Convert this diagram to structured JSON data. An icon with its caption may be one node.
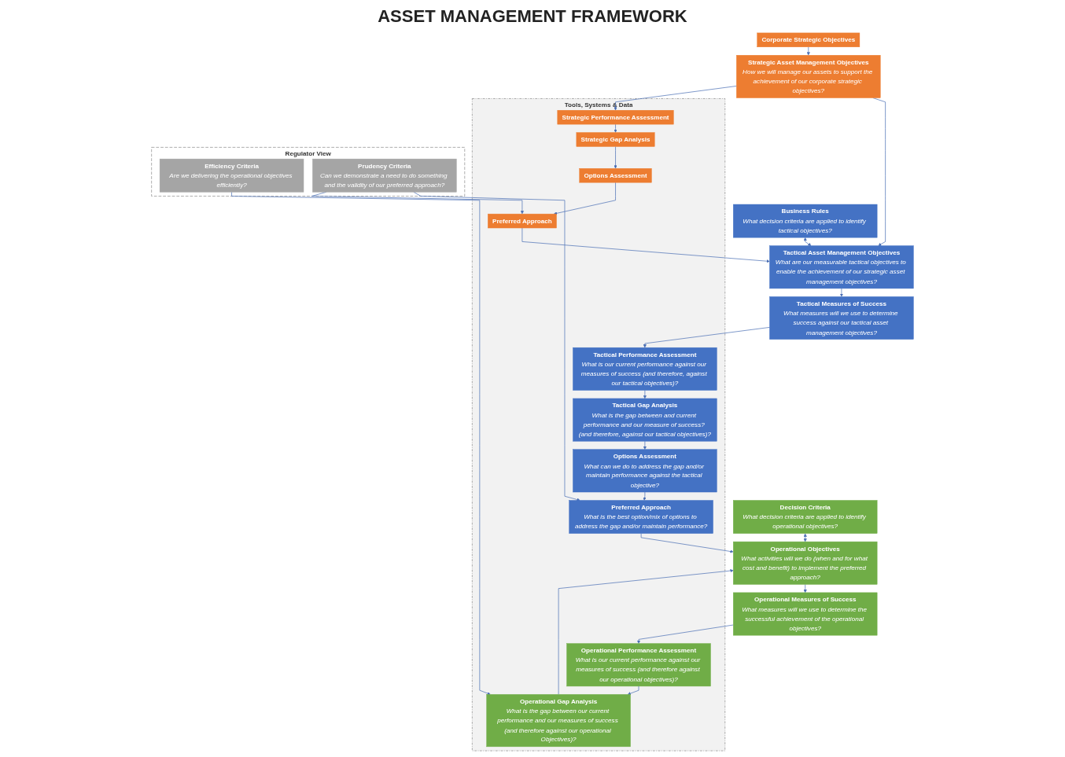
{
  "diagram": {
    "title": "ASSET MANAGEMENT FRAMEWORK",
    "nodes": [
      {
        "text": [
          "Corporate Strategic Objectives"
        ]
      },
      {
        "text": [
          "Strategic Asset Management Objectives",
          "How we will manage our assets to support the achievement of our corporate strategic objectives?"
        ]
      },
      {
        "text": [
          "Tools, Systems & Data"
        ]
      },
      {
        "text": [
          "Strategic Performance Assessment"
        ],
        "in": 2
      },
      {
        "text": [
          "Strategic Gap Analysis"
        ],
        "in": 2
      },
      {
        "text": [
          "Options Assessment"
        ],
        "in": 2
      },
      {
        "text": [
          "Preferred Approach"
        ],
        "in": 2
      },
      {
        "text": [
          "Regulator View"
        ]
      },
      {
        "text": [
          "Prudency Criteria",
          "Can we demonstrate a need to do something and the validity of our preferred approach?"
        ],
        "in": 7
      },
      {
        "text": [
          "Business Rules",
          "What decision criteria are applied to identify tactical objectives?"
        ]
      },
      {
        "text": [
          "Tactical Asset Management Objectives",
          "What are our measurable tactical objectives to enable the achievement of our strategic asset management objectives?"
        ]
      },
      {
        "text": [
          "Tactical Measures of Success",
          "What measures will we use to determine success against our tactical asset management objectives?"
        ]
      },
      {
        "text": [
          "Tactical Performance Assessment",
          "What is our current performance against our measures of success (and therefore, against our tactical objectives)?"
        ],
        "in": 2
      },
      {
        "text": [
          "Tactical Gap Analysis",
          "What is the gap between and current performance and our measure of success? (and therefore, against our tactical objectives)?"
        ],
        "in": 2
      },
      {
        "text": [
          "Options Assessment",
          "What can we do to address the gap and/or maintain performance against the tactical objective?"
        ],
        "in": 2
      },
      {
        "text": [
          "Preferred Approach",
          "What is the best option/mix of options to address the gap and/or maintain performance?"
        ],
        "in": 2
      },
      {
        "text": [
          "Decision Criteria",
          "What decision criteria are applied to identify operational objectives?"
        ]
      },
      {
        "text": [
          "Operational Objectives",
          "What activities will we do (when and for what cost and benefit) to implement the preferred approach?"
        ]
      },
      {
        "text": [
          "Operational Measures of Success",
          "What measures will we use to determine the successful achievement of the operational objectives?"
        ]
      },
      {
        "text": [
          "Operational Performance Assessment",
          "What is our current performance against our measures of success (and therefore against our operational objectives)?"
        ],
        "in": 2
      },
      {
        "text": [
          "Operational Gap Analysis",
          "What is the gap between our current performance and our measures of success (and therefore against our operational Objectives)?"
        ],
        "in": 2
      },
      {
        "text": [
          "Efficiency Criteria",
          "Are we delivering the operational objectives efficiently?"
        ],
        "in": 7
      }
    ],
    "edges": [
      {
        "from": 0,
        "to": 1,
        "arrow": "to"
      },
      {
        "from": 1,
        "to": 3,
        "arrow": "to"
      },
      {
        "from": 3,
        "to": 4,
        "arrow": "to"
      },
      {
        "from": 4,
        "to": 5,
        "arrow": "to"
      },
      {
        "from": 5,
        "to": 6,
        "arrow": "to"
      },
      {
        "from": 1,
        "to": 10,
        "arrow": "to"
      },
      {
        "from": 6,
        "to": 10,
        "arrow": "to"
      },
      {
        "from": 8,
        "to": 6,
        "arrow": "to"
      },
      {
        "from": 8,
        "to": 15,
        "arrow": "to"
      },
      {
        "from": 10,
        "to": 9,
        "arrow": "both"
      },
      {
        "from": 10,
        "to": 11,
        "arrow": "to"
      },
      {
        "from": 11,
        "to": 12,
        "arrow": "to"
      },
      {
        "from": 12,
        "to": 13,
        "arrow": "to"
      },
      {
        "from": 13,
        "to": 14,
        "arrow": "to"
      },
      {
        "from": 14,
        "to": 15,
        "arrow": "to"
      },
      {
        "from": 15,
        "to": 17,
        "arrow": "to"
      },
      {
        "from": 17,
        "to": 16,
        "arrow": "both"
      },
      {
        "from": 17,
        "to": 18,
        "arrow": "to"
      },
      {
        "from": 18,
        "to": 19,
        "arrow": "to"
      },
      {
        "from": 19,
        "to": 20,
        "arrow": "to"
      },
      {
        "from": 21,
        "to": 20,
        "arrow": "to"
      },
      {
        "from": 20,
        "to": 17,
        "arrow": "to"
      }
    ]
  }
}
